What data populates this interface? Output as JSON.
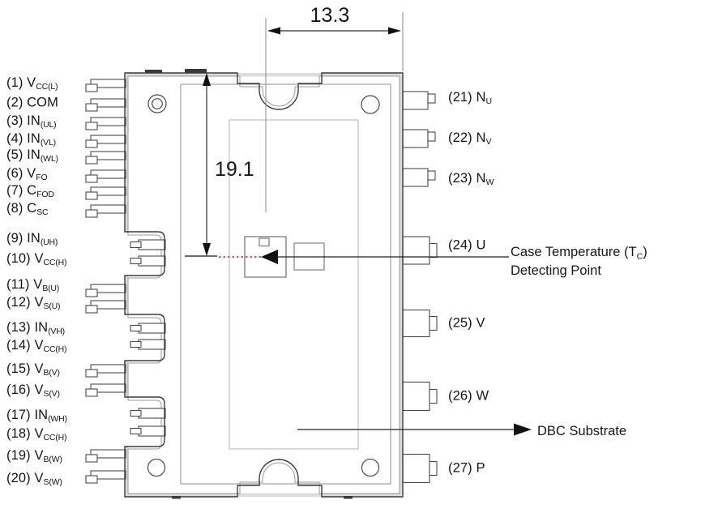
{
  "diagram": {
    "dim_width": "13.3",
    "dim_height": "19.1",
    "pins_left": [
      {
        "num": "(1)",
        "base": "V",
        "sub": "CC(L)"
      },
      {
        "num": "(2)",
        "base": "COM",
        "sub": ""
      },
      {
        "num": "(3)",
        "base": "IN",
        "sub": "(UL)"
      },
      {
        "num": "(4)",
        "base": "IN",
        "sub": "(VL)"
      },
      {
        "num": "(5)",
        "base": "IN",
        "sub": "(WL)"
      },
      {
        "num": "(6)",
        "base": "V",
        "sub": "FO"
      },
      {
        "num": "(7)",
        "base": "C",
        "sub": "FOD"
      },
      {
        "num": "(8)",
        "base": "C",
        "sub": "SC"
      },
      {
        "num": "(9)",
        "base": "IN",
        "sub": "(UH)"
      },
      {
        "num": "(10)",
        "base": "V",
        "sub": "CC(H)"
      },
      {
        "num": "(11)",
        "base": "V",
        "sub": "B(U)"
      },
      {
        "num": "(12)",
        "base": "V",
        "sub": "S(U)"
      },
      {
        "num": "(13)",
        "base": "IN",
        "sub": "(VH)"
      },
      {
        "num": "(14)",
        "base": "V",
        "sub": "CC(H)"
      },
      {
        "num": "(15)",
        "base": "V",
        "sub": "B(V)"
      },
      {
        "num": "(16)",
        "base": "V",
        "sub": "S(V)"
      },
      {
        "num": "(17)",
        "base": "IN",
        "sub": "(WH)"
      },
      {
        "num": "(18)",
        "base": "V",
        "sub": "CC(H)"
      },
      {
        "num": "(19)",
        "base": "V",
        "sub": "B(W)"
      },
      {
        "num": "(20)",
        "base": "V",
        "sub": "S(W)"
      }
    ],
    "pins_right": [
      {
        "num": "(21)",
        "base": "N",
        "sub": "U"
      },
      {
        "num": "(22)",
        "base": "N",
        "sub": "V"
      },
      {
        "num": "(23)",
        "base": "N",
        "sub": "W"
      },
      {
        "num": "(24)",
        "base": "U",
        "sub": ""
      },
      {
        "num": "(25)",
        "base": "V",
        "sub": ""
      },
      {
        "num": "(26)",
        "base": "W",
        "sub": ""
      },
      {
        "num": "(27)",
        "base": "P",
        "sub": ""
      }
    ],
    "ann_case_temp": {
      "pre": "Case Temperature (T",
      "sub": "C",
      "post": ")",
      "line2": "Detecting Point"
    },
    "ann_dbc": "DBC Substrate",
    "colors": {
      "detect_line_red": "#cc2222",
      "outline": "#3c3c3c"
    }
  }
}
